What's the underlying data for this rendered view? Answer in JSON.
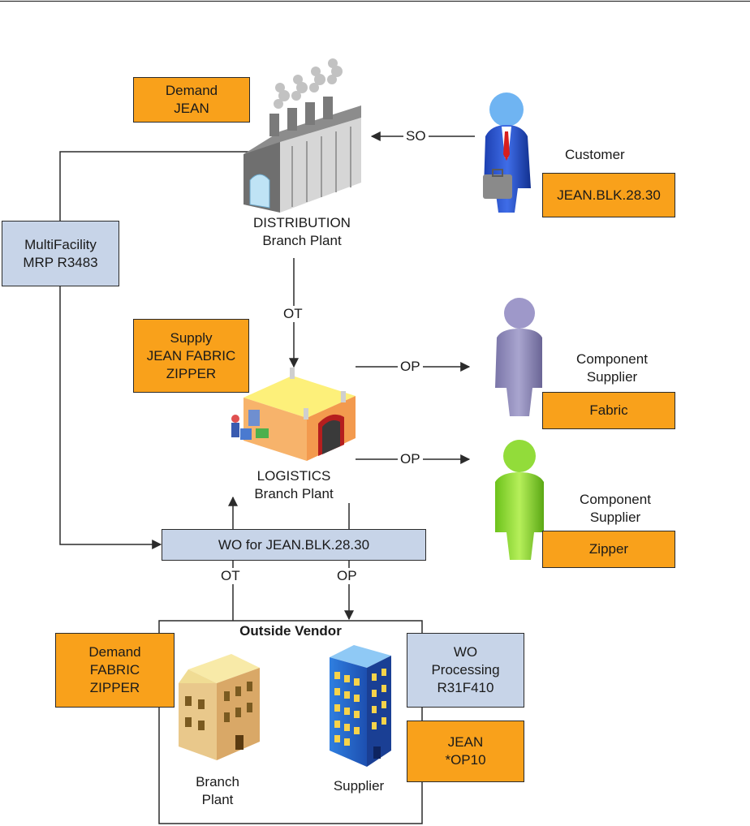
{
  "boxes": {
    "demand_jean": [
      "Demand",
      "JEAN"
    ],
    "customer_item": [
      "JEAN.BLK.28.30"
    ],
    "mrp": [
      "MultiFacility",
      "MRP R3483"
    ],
    "supply": [
      "Supply",
      "JEAN FABRIC",
      "ZIPPER"
    ],
    "fabric": [
      "Fabric"
    ],
    "zipper": [
      "Zipper"
    ],
    "wo": [
      "WO for JEAN.BLK.28.30"
    ],
    "demand_fabric": [
      "Demand",
      "FABRIC",
      "ZIPPER"
    ],
    "wo_processing": [
      "WO",
      "Processing",
      "R31F410"
    ],
    "jean_op": [
      "JEAN",
      "*OP10"
    ]
  },
  "labels": {
    "customer": "Customer",
    "distribution": [
      "DISTRIBUTION",
      "Branch Plant"
    ],
    "logistics": [
      "LOGISTICS",
      "Branch Plant"
    ],
    "component_supplier_1": [
      "Component",
      "Supplier"
    ],
    "component_supplier_2": [
      "Component",
      "Supplier"
    ],
    "outside_vendor": "Outside Vendor",
    "branch_plant": [
      "Branch",
      "Plant"
    ],
    "supplier": "Supplier"
  },
  "edges": {
    "so": "SO",
    "ot_top": "OT",
    "op_fabric": "OP",
    "op_zipper": "OP",
    "ot_bottom": "OT",
    "op_bottom": "OP"
  },
  "colors": {
    "orange_box": "#f9a11b",
    "blue_box": "#c7d4e8"
  },
  "icons": [
    "factory-icon",
    "customer-person-icon",
    "warehouse-icon",
    "supplier-person-purple-icon",
    "supplier-person-green-icon",
    "branch-plant-building-icon",
    "supplier-building-icon"
  ]
}
